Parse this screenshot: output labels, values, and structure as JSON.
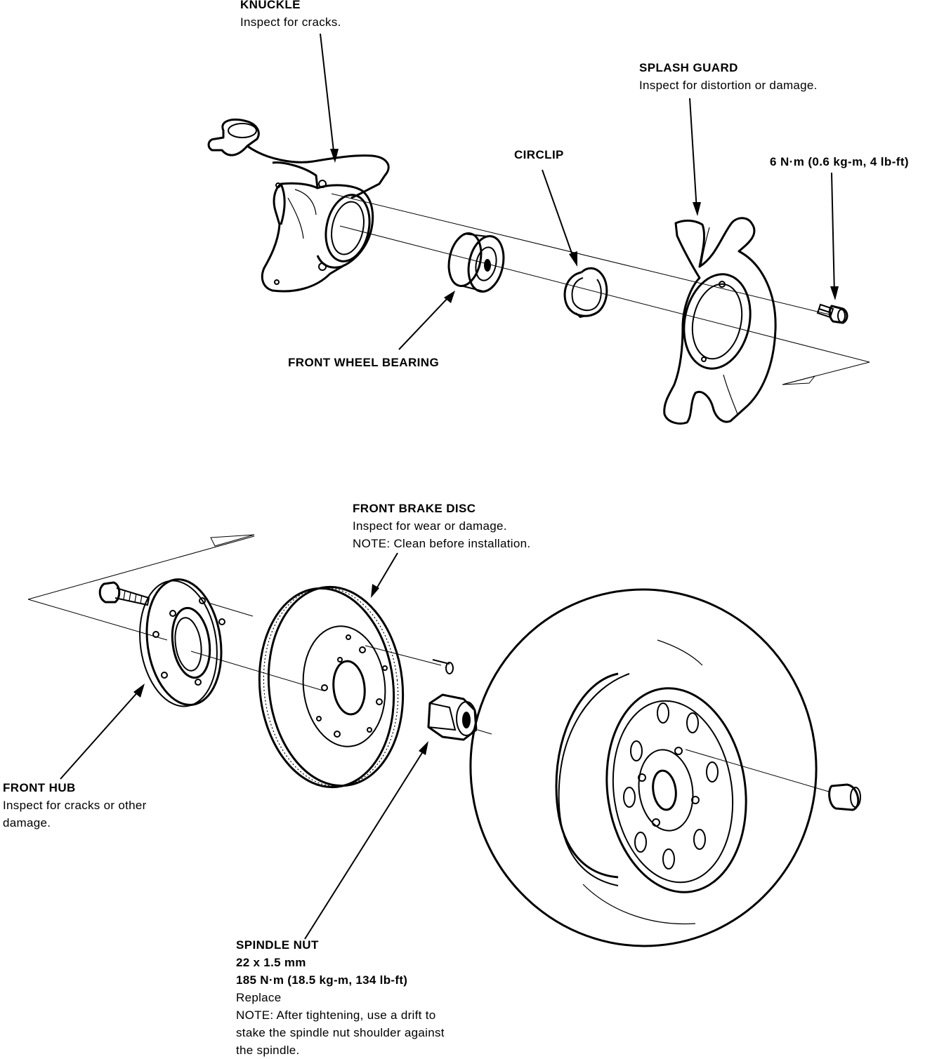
{
  "labels": {
    "knuckle": {
      "title": "KNUCKLE",
      "lines": [
        "Inspect for cracks."
      ]
    },
    "splash_guard": {
      "title": "SPLASH GUARD",
      "lines": [
        "Inspect for distortion or damage."
      ]
    },
    "circlip": {
      "title": "CIRCLIP"
    },
    "splash_bolt_torque": {
      "title": "6 N·m (0.6 kg-m, 4 lb-ft)"
    },
    "front_wheel_bearing": {
      "title": "FRONT WHEEL BEARING"
    },
    "front_brake_disc": {
      "title": "FRONT BRAKE DISC",
      "lines": [
        "Inspect for wear or damage.",
        "NOTE: Clean before installation."
      ]
    },
    "front_hub": {
      "title": "FRONT HUB",
      "lines": [
        "Inspect for cracks or other",
        "damage."
      ]
    },
    "spindle_nut": {
      "title": "SPINDLE NUT",
      "spec_lines": [
        "22 x 1.5 mm",
        "185 N·m (18.5 kg-m, 134 lb-ft)"
      ],
      "lines": [
        "Replace",
        "NOTE: After tightening, use a drift to",
        "stake the spindle nut shoulder against",
        "the spindle."
      ]
    }
  },
  "colors": {
    "ink": "#000000",
    "paper": "#ffffff"
  }
}
